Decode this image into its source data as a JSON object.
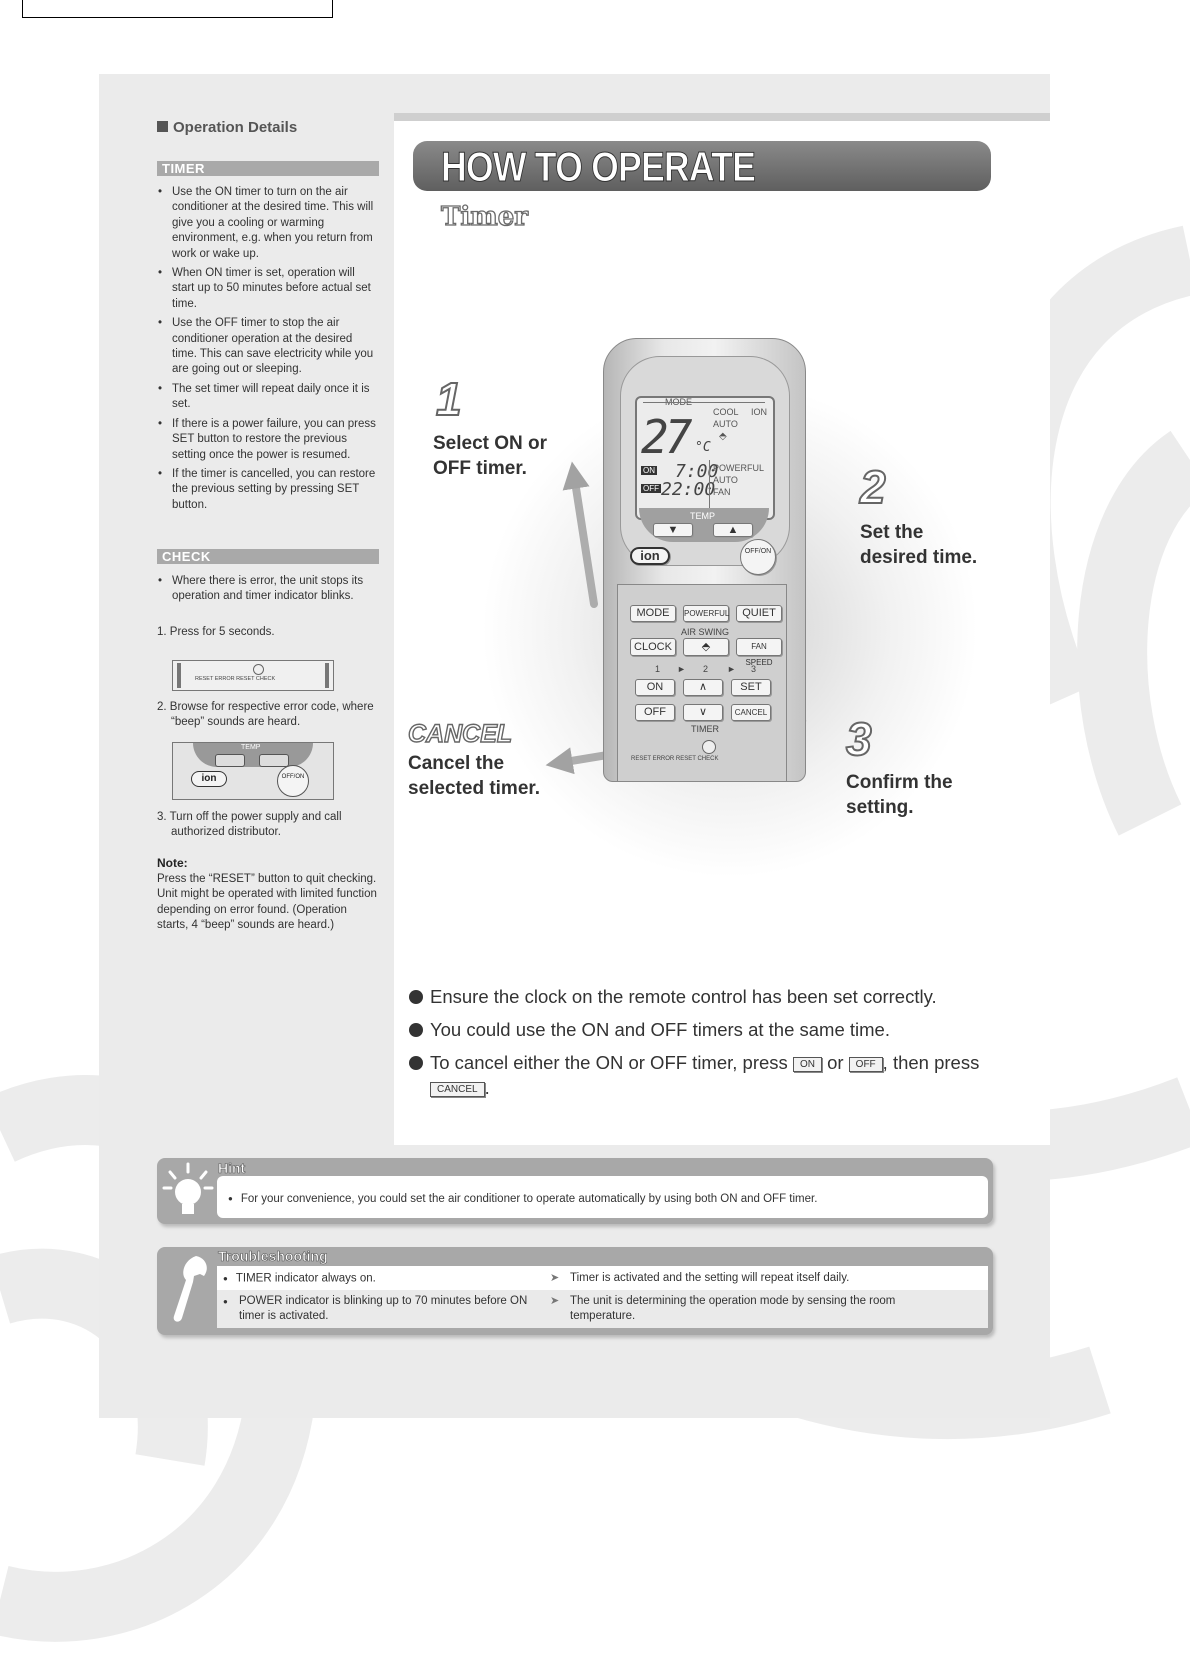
{
  "page": {
    "operation_details": "Operation Details",
    "timer_bar": "TIMER",
    "check_bar": "CHECK"
  },
  "timer_items": [
    "Use the ON timer to turn on the air conditioner at the desired time. This will give you a cooling or warming environment, e.g. when you return from work or wake up.",
    "When ON timer is set, operation will start up to 50 minutes before actual set time.",
    "Use the OFF timer to stop the air conditioner operation at the desired time. This can save electricity while you are going out or sleeping.",
    "The set timer will repeat daily once it is set.",
    "If there is a power failure, you can press SET button to restore the previous setting once the power is resumed.",
    "If the timer is cancelled, you can restore the previous setting by pressing SET button."
  ],
  "check": {
    "intro": "Where there is error, the unit stops its operation and timer indicator blinks.",
    "step1": "1. Press for 5 seconds.",
    "step2": "2. Browse for respective error code, where “beep” sounds are heard.",
    "step3": "3. Turn off the power supply and call authorized distributor.",
    "mini1_labels": "RESET  ERROR RESET  CHECK",
    "mini2_temp": "TEMP",
    "mini2_ion": "ion",
    "mini2_offon": "OFF/ON"
  },
  "note": {
    "title": "Note:",
    "body": "Press the “RESET” button to quit checking. Unit might be operated with limited function depending on error found. (Operation starts, 4 “beep” sounds are heard.)"
  },
  "main": {
    "banner": "HOW TO OPERATE",
    "subtitle": "Timer",
    "step1_num": "1",
    "step1_text_a": "Select ON or",
    "step1_text_b": "OFF timer.",
    "step2_num": "2",
    "step2_text_a": "Set the",
    "step2_text_b": "desired time.",
    "step3_num": "3",
    "step3_text_a": "Confirm the",
    "step3_text_b": "setting.",
    "cancel_head": "CANCEL",
    "cancel_text_a": "Cancel the",
    "cancel_text_b": "selected timer."
  },
  "remote": {
    "mode": "MODE",
    "cool": "COOL",
    "ion_lcd": "ION",
    "auto": "AUTO",
    "temp_value": "27",
    "celsius": "°C",
    "on_tag": "ON",
    "off_tag": "OFF",
    "on_time": "7:00",
    "off_time": "22:00",
    "powerful_lcd": "POWERFUL",
    "auto2": "AUTO",
    "fan": "FAN",
    "temp": "TEMP",
    "ion_btn": "ion",
    "offon": "OFF/ON",
    "btn_mode": "MODE",
    "btn_powerful": "POWERFUL",
    "btn_quiet": "QUIET",
    "air_swing": "AIR SWING",
    "btn_clock": "CLOCK",
    "btn_fanspeed": "FAN SPEED",
    "num1": "1",
    "num2": "2",
    "num3": "3",
    "btn_on": "ON",
    "btn_off": "OFF",
    "btn_set": "SET",
    "btn_cancel": "CANCEL",
    "timer_lbl": "TIMER",
    "reset_labels": "RESET  ERROR RESET  CHECK"
  },
  "bullets": {
    "b1": "Ensure the clock on the remote control has been set correctly.",
    "b2": "You could use the ON and OFF timers at the same time.",
    "b3_a": "To cancel either the ON or OFF timer, press",
    "b3_on": "ON",
    "b3_or": "or",
    "b3_off": "OFF",
    "b3_b": ", then press",
    "b3_cancel": "CANCEL",
    "b3_end": "."
  },
  "hint": {
    "title": "Hint",
    "text": "For your convenience, you could set the air conditioner to operate automatically by using both ON and OFF timer."
  },
  "troubleshooting": {
    "title": "Troubleshooting",
    "rows": [
      {
        "symptom": "TIMER indicator always on.",
        "cause": "Timer is activated and the setting will repeat itself daily."
      },
      {
        "symptom": "POWER indicator is blinking up to 70 minutes before ON timer is activated.",
        "cause": "The unit is determining the operation mode by sensing the room temperature."
      }
    ]
  }
}
